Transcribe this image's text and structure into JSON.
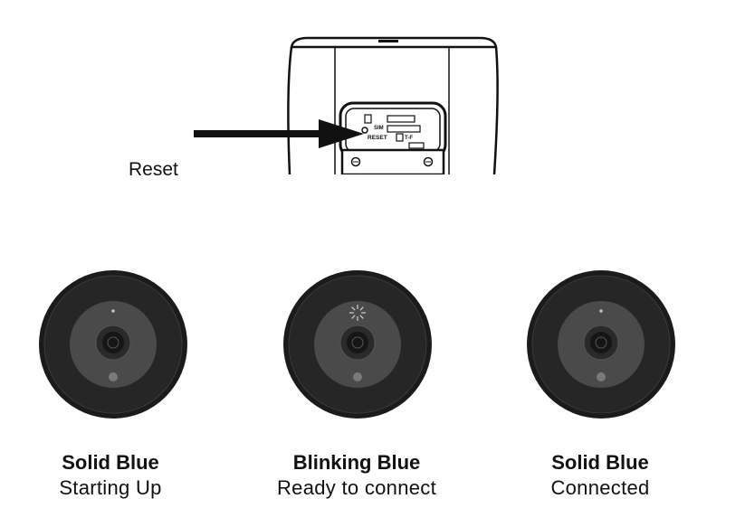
{
  "reset_diagram": {
    "callout_label": "Reset",
    "compartment_labels": {
      "sim": "SIM",
      "reset": "RESET",
      "tf": "T-F"
    }
  },
  "led_states": [
    {
      "state": "Solid Blue",
      "description": "Starting Up",
      "led_mode": "solid"
    },
    {
      "state": "Blinking Blue",
      "description": "Ready to connect",
      "led_mode": "blinking"
    },
    {
      "state": "Solid Blue",
      "description": "Connected",
      "led_mode": "solid"
    }
  ]
}
